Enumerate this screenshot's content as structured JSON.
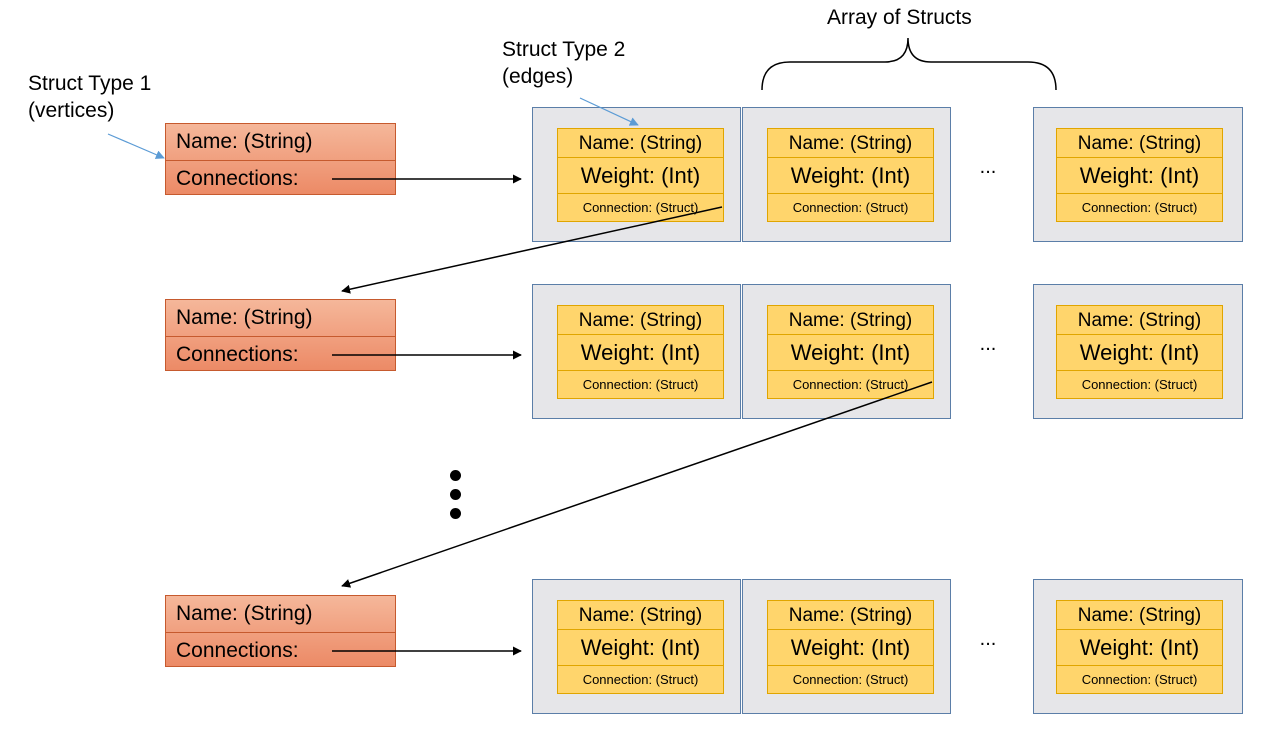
{
  "labels": {
    "struct_type_1": "Struct Type 1\n(vertices)",
    "struct_type_2": "Struct Type 2\n(edges)",
    "array_of_structs": "Array of Structs"
  },
  "vertex": {
    "name": "Name: (String)",
    "connections": "Connections:"
  },
  "edge": {
    "name": "Name: (String)",
    "weight": "Weight: (Int)",
    "connection": "Connection: (Struct)"
  },
  "ellipsis": "...",
  "colors": {
    "vertex_fill": "#ec8a66",
    "vertex_border": "#c65a2e",
    "edge_fill": "#ffd56c",
    "edge_border": "#e0a500",
    "array_cell_fill": "#e6e6e9",
    "array_cell_border": "#5b7ea8",
    "callout_line": "#5b9bd5"
  }
}
